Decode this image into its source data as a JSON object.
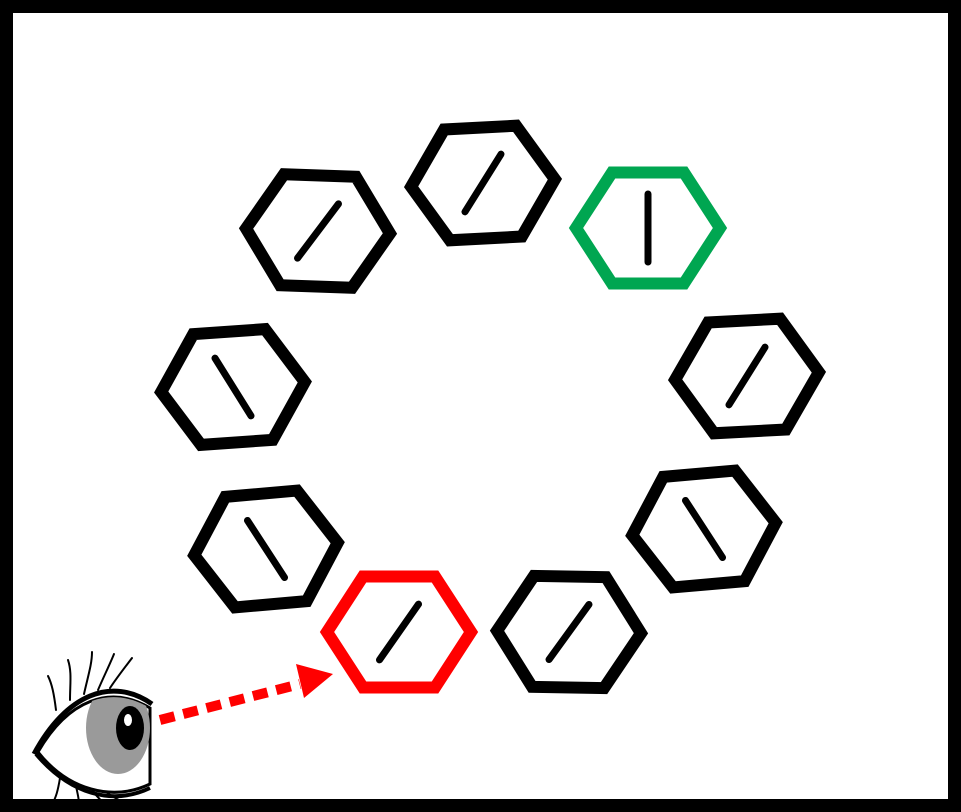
{
  "colors": {
    "background": "#ffffff",
    "frame": "#000000",
    "default_item": "#000000",
    "target_item": "#00a651",
    "attended_item": "#ff0000",
    "gaze_arrow": "#ff0000",
    "eye_iris": "#9a9a9a",
    "eye_pupil": "#000000"
  },
  "display": {
    "shape": "hexagon",
    "item_count": 9,
    "arrangement": "ring",
    "items": [
      {
        "id": "hex-1",
        "role": "distractor",
        "line": "right-tilt"
      },
      {
        "id": "hex-2",
        "role": "distractor",
        "line": "right-tilt"
      },
      {
        "id": "hex-3",
        "role": "target",
        "line": "vertical"
      },
      {
        "id": "hex-4",
        "role": "distractor",
        "line": "right-tilt"
      },
      {
        "id": "hex-5",
        "role": "distractor",
        "line": "left-tilt"
      },
      {
        "id": "hex-6",
        "role": "distractor",
        "line": "right-tilt"
      },
      {
        "id": "hex-7",
        "role": "attended",
        "line": "right-tilt"
      },
      {
        "id": "hex-8",
        "role": "distractor",
        "line": "left-tilt"
      },
      {
        "id": "hex-9",
        "role": "distractor",
        "line": "left-tilt"
      }
    ]
  },
  "observer": {
    "icon": "eye-icon",
    "gaze_icon": "dotted-arrow-icon",
    "gaze_target": "hex-7"
  }
}
